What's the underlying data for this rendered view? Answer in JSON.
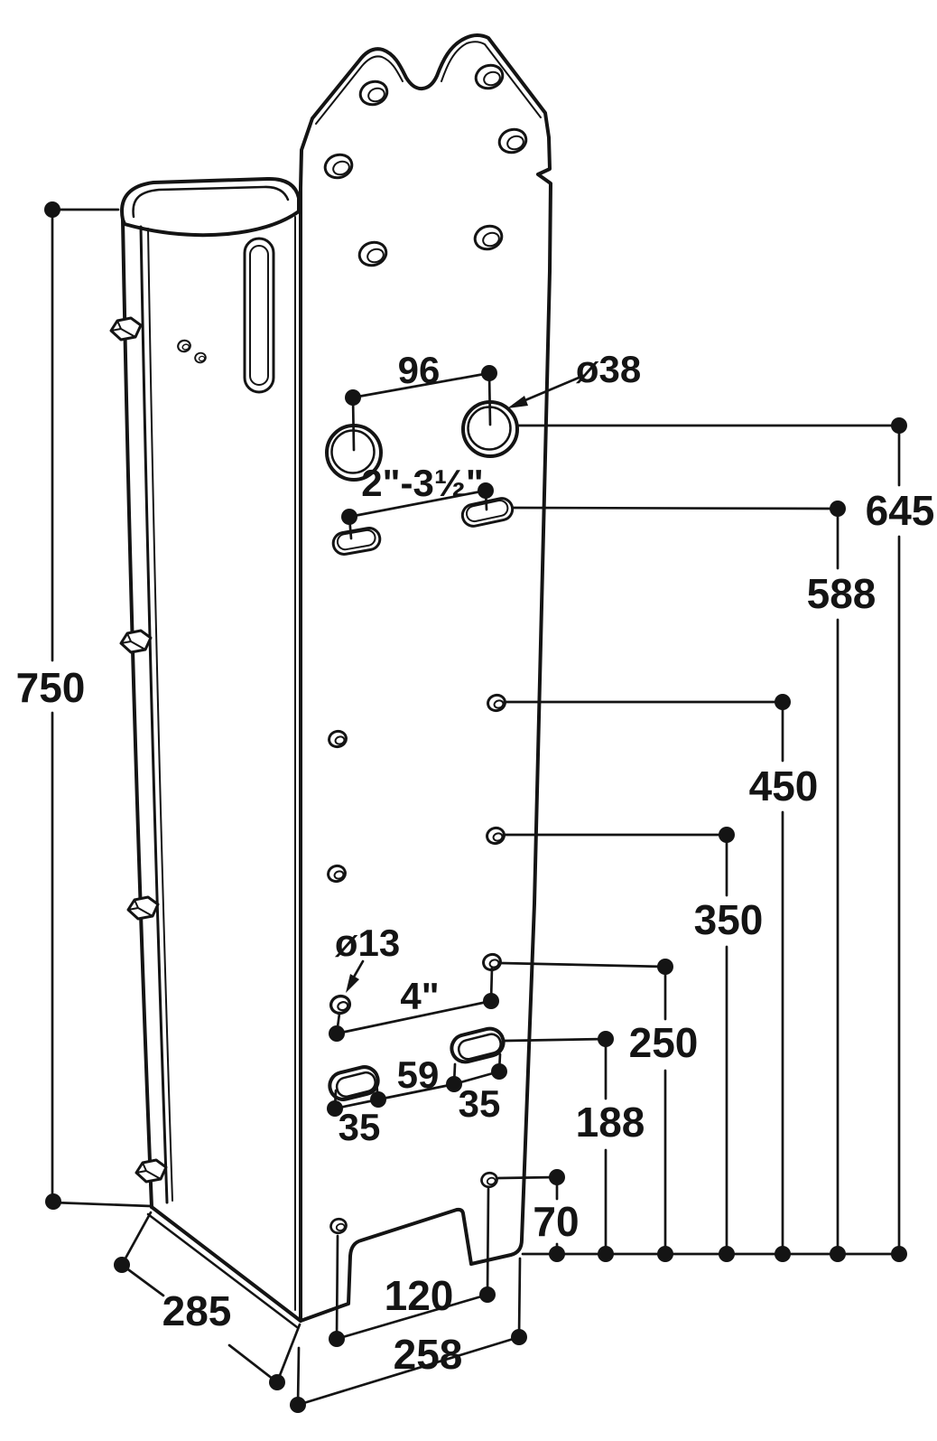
{
  "page": {
    "background": "#ffffff",
    "ink": "#141414"
  },
  "drawing": {
    "description": "Isometric dimensioned technical drawing of a steel mounting bracket post with bolt holes, pipe clamp holes and slots",
    "labels": {
      "height_total": "750",
      "h645": "645",
      "h588": "588",
      "h450": "450",
      "h350": "350",
      "h250": "250",
      "h188": "188",
      "h70": "70",
      "hole_pitch_96": "96",
      "hole_dia_38": "ø38",
      "pipe_range": "2\"-3½\"",
      "hole_dia_13": "ø13",
      "hole_pitch_4in": "4\"",
      "slot_gap_59": "59",
      "slot_35_left": "35",
      "slot_35_right": "35",
      "w120": "120",
      "w258": "258",
      "depth_285": "285"
    }
  }
}
